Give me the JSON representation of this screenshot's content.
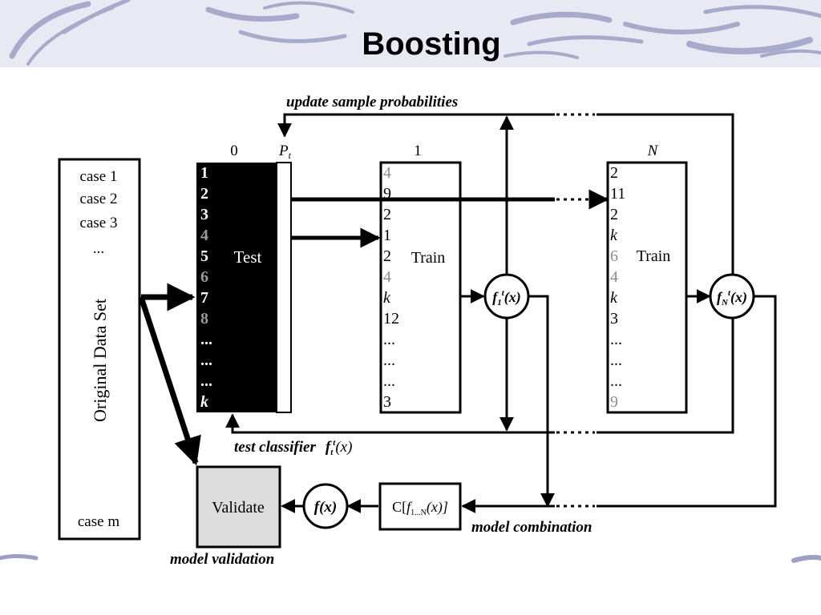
{
  "slide": {
    "title": "Boosting"
  },
  "diagram": {
    "original_set": {
      "label": "Original Data Set",
      "cases": [
        "case 1",
        "case 2",
        "case 3",
        "...",
        "case m"
      ]
    },
    "block0": {
      "header": "0",
      "prob_label": "P",
      "prob_sub": "t",
      "label": "Test",
      "items": [
        {
          "t": "1",
          "dim": false
        },
        {
          "t": "2",
          "dim": false
        },
        {
          "t": "3",
          "dim": false
        },
        {
          "t": "4",
          "dim": true
        },
        {
          "t": "5",
          "dim": false
        },
        {
          "t": "6",
          "dim": true
        },
        {
          "t": "7",
          "dim": false
        },
        {
          "t": "8",
          "dim": true
        },
        {
          "t": "...",
          "dim": false
        },
        {
          "t": "...",
          "dim": false
        },
        {
          "t": "...",
          "dim": false
        },
        {
          "t": "k",
          "dim": false
        }
      ]
    },
    "block1": {
      "header": "1",
      "label": "Train",
      "items": [
        {
          "t": "4",
          "dim": true
        },
        {
          "t": "9",
          "dim": false
        },
        {
          "t": "2",
          "dim": false
        },
        {
          "t": "1",
          "dim": false
        },
        {
          "t": "2",
          "dim": false
        },
        {
          "t": "4",
          "dim": true
        },
        {
          "t": "k",
          "dim": false
        },
        {
          "t": "12",
          "dim": false
        },
        {
          "t": "...",
          "dim": false
        },
        {
          "t": "...",
          "dim": false
        },
        {
          "t": "...",
          "dim": false
        },
        {
          "t": "3",
          "dim": false
        }
      ]
    },
    "blockN": {
      "header": "N",
      "label": "Train",
      "items": [
        {
          "t": "2",
          "dim": false
        },
        {
          "t": "11",
          "dim": false
        },
        {
          "t": "2",
          "dim": false
        },
        {
          "t": "k",
          "dim": false
        },
        {
          "t": "6",
          "dim": true
        },
        {
          "t": "4",
          "dim": true
        },
        {
          "t": "k",
          "dim": false
        },
        {
          "t": "3",
          "dim": false
        },
        {
          "t": "...",
          "dim": false
        },
        {
          "t": "...",
          "dim": false
        },
        {
          "t": "...",
          "dim": false
        },
        {
          "t": "9",
          "dim": true
        }
      ]
    },
    "classifier1": {
      "f": "f",
      "sub": "1",
      "sup": "t",
      "arg": "(x)"
    },
    "classifierN": {
      "f": "f",
      "sub": "N",
      "sup": "t",
      "arg": "(x)"
    },
    "combination_box": {
      "c": "C[",
      "f": "f",
      "sub": "1...N",
      "arg": "(x)]"
    },
    "final_classifier": {
      "text": "f(x)"
    },
    "validate": {
      "label": "Validate"
    },
    "labels": {
      "update": "update sample probabilities",
      "test_classifier": "test classifier",
      "test_classifier_f": "f",
      "test_classifier_sub": "t",
      "test_classifier_sup": "t",
      "test_classifier_arg": "(x)",
      "model_combination": "model combination",
      "model_validation": "model validation",
      "ellipsis": "......"
    }
  },
  "colors": {
    "header_bg": "#e9e9f4",
    "decor": "#8f92b8",
    "validate_fill": "#dddddd",
    "dim_text": "#8c8c8c"
  }
}
